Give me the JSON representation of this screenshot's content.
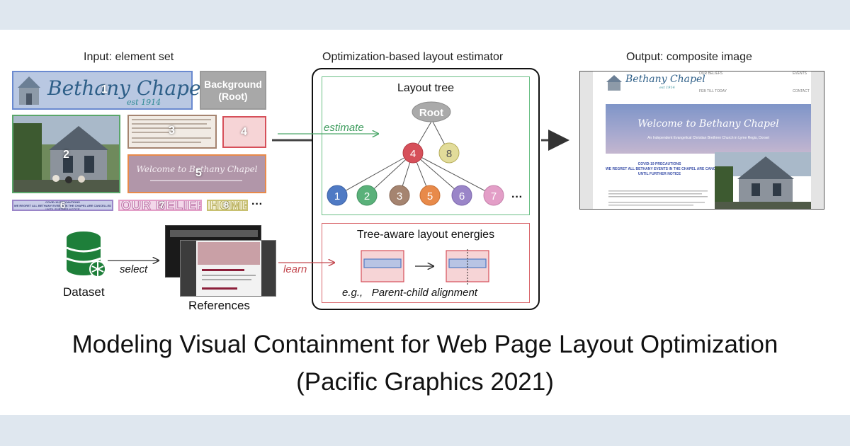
{
  "sections": {
    "input_title": "Input: element set",
    "estimator_title": "Optimization-based layout estimator",
    "output_title": "Output: composite image"
  },
  "elements": {
    "e1_logo": "Bethany Chapel",
    "e1_est": "est 1914",
    "e1_num": "1",
    "e2_num": "2",
    "e3_num": "3",
    "e4_num": "4",
    "e5_num": "5",
    "e5_banner": "Welcome to Bethany Chapel",
    "e6_num": "6",
    "e6_line1": "COVID-19 PRECAUTIONS",
    "e6_line2": "WE REGRET ALL BETHANY EVENTS IN THE CHAPEL ARE CANCELLED",
    "e6_line3": "UNTIL FURTHER NOTICE",
    "e7_num": "7",
    "e7_text": "OUR BELIEFS",
    "e8_num": "8",
    "e8_text": "HOME",
    "more": "···",
    "background_root": "Background (Root)"
  },
  "dataset": {
    "label": "Dataset",
    "select_label": "select",
    "references_label": "References",
    "learn_label": "learn"
  },
  "estimator": {
    "estimate_label": "estimate",
    "tree_title": "Layout tree",
    "root_label": "Root",
    "node_4": "4",
    "node_8": "8",
    "leaves": [
      "1",
      "2",
      "3",
      "5",
      "6",
      "7"
    ],
    "leaf_more": "···",
    "energies_title": "Tree-aware layout energies",
    "energies_caption_eg": "e.g.,",
    "energies_caption": "Parent-child alignment"
  },
  "output": {
    "logo": "Bethany Chapel",
    "logo_est": "est 1914",
    "nav_1": "OUR BELIEFS",
    "nav_2": "EVENTS",
    "nav_3": "FEB TILL TODAY",
    "nav_4": "CONTACT",
    "banner_title": "Welcome to Bethany Chapel",
    "banner_sub": "An Independent Evangelical Christian Brethren Church in Lyme Regis, Dorset",
    "covid_1": "COVID-19 PRECAUTIONS",
    "covid_2": "WE REGRET ALL BETHANY EVENTS IN THE CHAPEL ARE CANCELLED",
    "covid_3": "UNTIL FURTHER NOTICE"
  },
  "title": {
    "line1": "Modeling Visual Containment for Web Page Layout Optimization",
    "line2": "(Pacific Graphics 2021)"
  },
  "colors": {
    "estimator_green": "#6bbf85",
    "energies_red": "#d9676c",
    "node_root": "#aaaaaa",
    "node_4": "#d6505a",
    "node_8": "#c8c070",
    "leaf_1": "#4f7ac4",
    "leaf_2": "#5ab17a",
    "leaf_3": "#a58470",
    "leaf_5": "#e88a4a",
    "leaf_6": "#9a85c8",
    "leaf_7": "#e39ec7"
  }
}
